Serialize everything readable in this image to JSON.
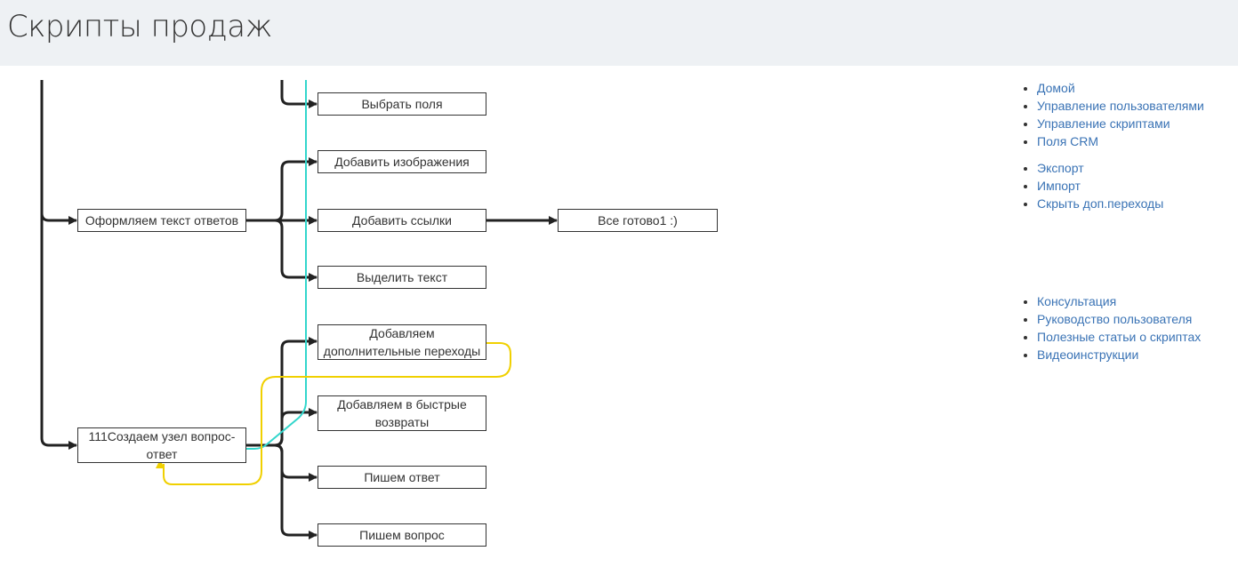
{
  "header": {
    "title": "Скрипты продаж"
  },
  "nodes": {
    "format_answers": "Оформляем текст ответов",
    "create_node": "111Создаем узел вопрос-ответ",
    "select_fields": "Выбрать поля",
    "add_images": "Добавить изображения",
    "add_links": "Добавить ссылки",
    "highlight_text": "Выделить текст",
    "add_extra_transitions": "Добавляем дополнительные переходы",
    "add_quick_returns": "Добавляем в быстрые возвраты",
    "write_answer": "Пишем ответ",
    "write_question": "Пишем вопрос",
    "all_ready": "Все готово1 :)"
  },
  "sidebar": {
    "menu1": [
      "Домой",
      "Управление пользователями",
      "Управление скриптами",
      "Поля CRM"
    ],
    "menu2": [
      "Экспорт",
      "Импорт",
      "Скрыть доп.переходы"
    ],
    "menu3": [
      "Консультация",
      "Руководство пользователя",
      "Полезные статьи о скриптах",
      "Видеоинструкции"
    ]
  },
  "colors": {
    "edge": "#222222",
    "extra_transition": "#f0d000",
    "quick_return": "#33d6cc",
    "link": "#3a73b5",
    "header_bg": "#eef1f4"
  }
}
